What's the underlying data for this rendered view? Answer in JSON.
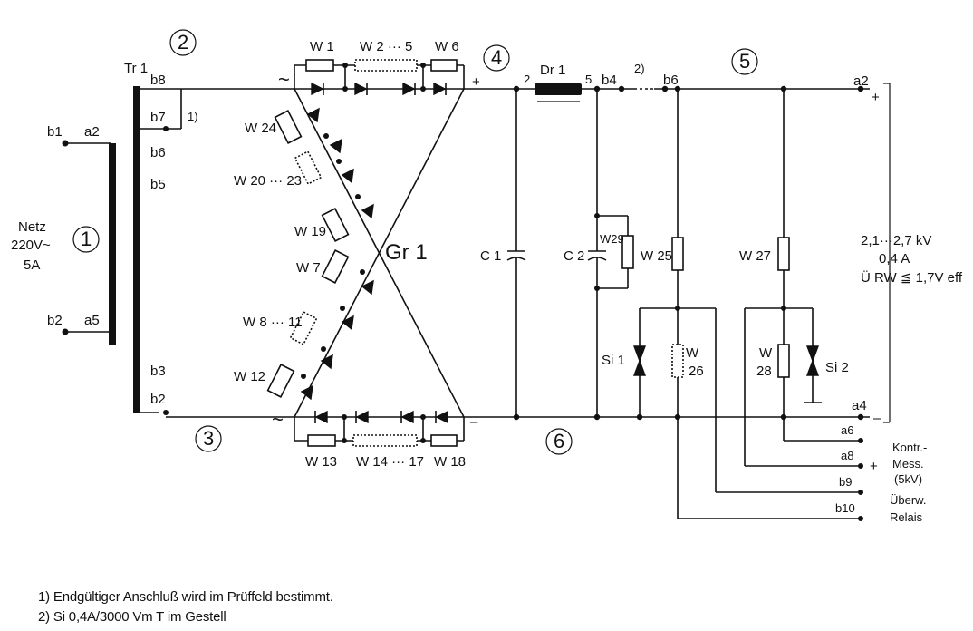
{
  "transformer": {
    "name": "Tr 1",
    "primary_left": [
      "b1",
      "b2"
    ],
    "primary_right": [
      "a2",
      "a5"
    ],
    "secondary_taps": [
      "b8",
      "b7",
      "b6",
      "b5",
      "b3",
      "b2"
    ],
    "tap_note": "1)"
  },
  "mains": {
    "line1": "Netz",
    "line2": "220V~",
    "line3": "5A"
  },
  "circle_labels": {
    "c1": "1",
    "c2": "2",
    "c3": "3",
    "c4": "4",
    "c5": "5",
    "c6": "6"
  },
  "bridge": {
    "name": "Gr 1",
    "top_resistors": [
      "W 1",
      "W 2 ··· 5",
      "W 6"
    ],
    "bottom_resistors": [
      "W 13",
      "W 14 ··· 17",
      "W 18"
    ],
    "left_upper": [
      "W 24",
      "W 20 ··· 23",
      "W 19"
    ],
    "left_lower": [
      "W 7",
      "W 8 ··· 11",
      "W 12"
    ],
    "ac_symbol": "~",
    "plus": "+",
    "minus": "–"
  },
  "filter": {
    "choke": "Dr 1",
    "choke_pin_in": "2",
    "choke_pin_out": "5",
    "c1": "C 1",
    "c2": "C 2",
    "w29": "W29",
    "w25": "W 25",
    "w27": "W 27",
    "w26": [
      "W",
      "26"
    ],
    "w28": [
      "W",
      "28"
    ],
    "si1": "Si 1",
    "si2": "Si 2",
    "b4": "b4",
    "b6": "b6",
    "fuse_note": "2)"
  },
  "outputs": {
    "a2": "a2",
    "a4": "a4",
    "a6": "a6",
    "a8": "a8",
    "b9": "b9",
    "b10": "b10",
    "plus": "+",
    "minus": "–",
    "meas_plus": "+",
    "kontr_mess": [
      "Kontr.-",
      "Mess.",
      "(5kV)"
    ],
    "uberw": [
      "Überw.",
      "Relais"
    ]
  },
  "ratings": {
    "voltage": "2,1···2,7 kV",
    "current": "0,4 A",
    "ripple": "Ü RW ≦ 1,7V eff"
  },
  "footnotes": {
    "n1": "1) Endgültiger Anschluß wird im Prüffeld bestimmt.",
    "n2": "2) Si 0,4A/3000 Vm T im Gestell"
  }
}
